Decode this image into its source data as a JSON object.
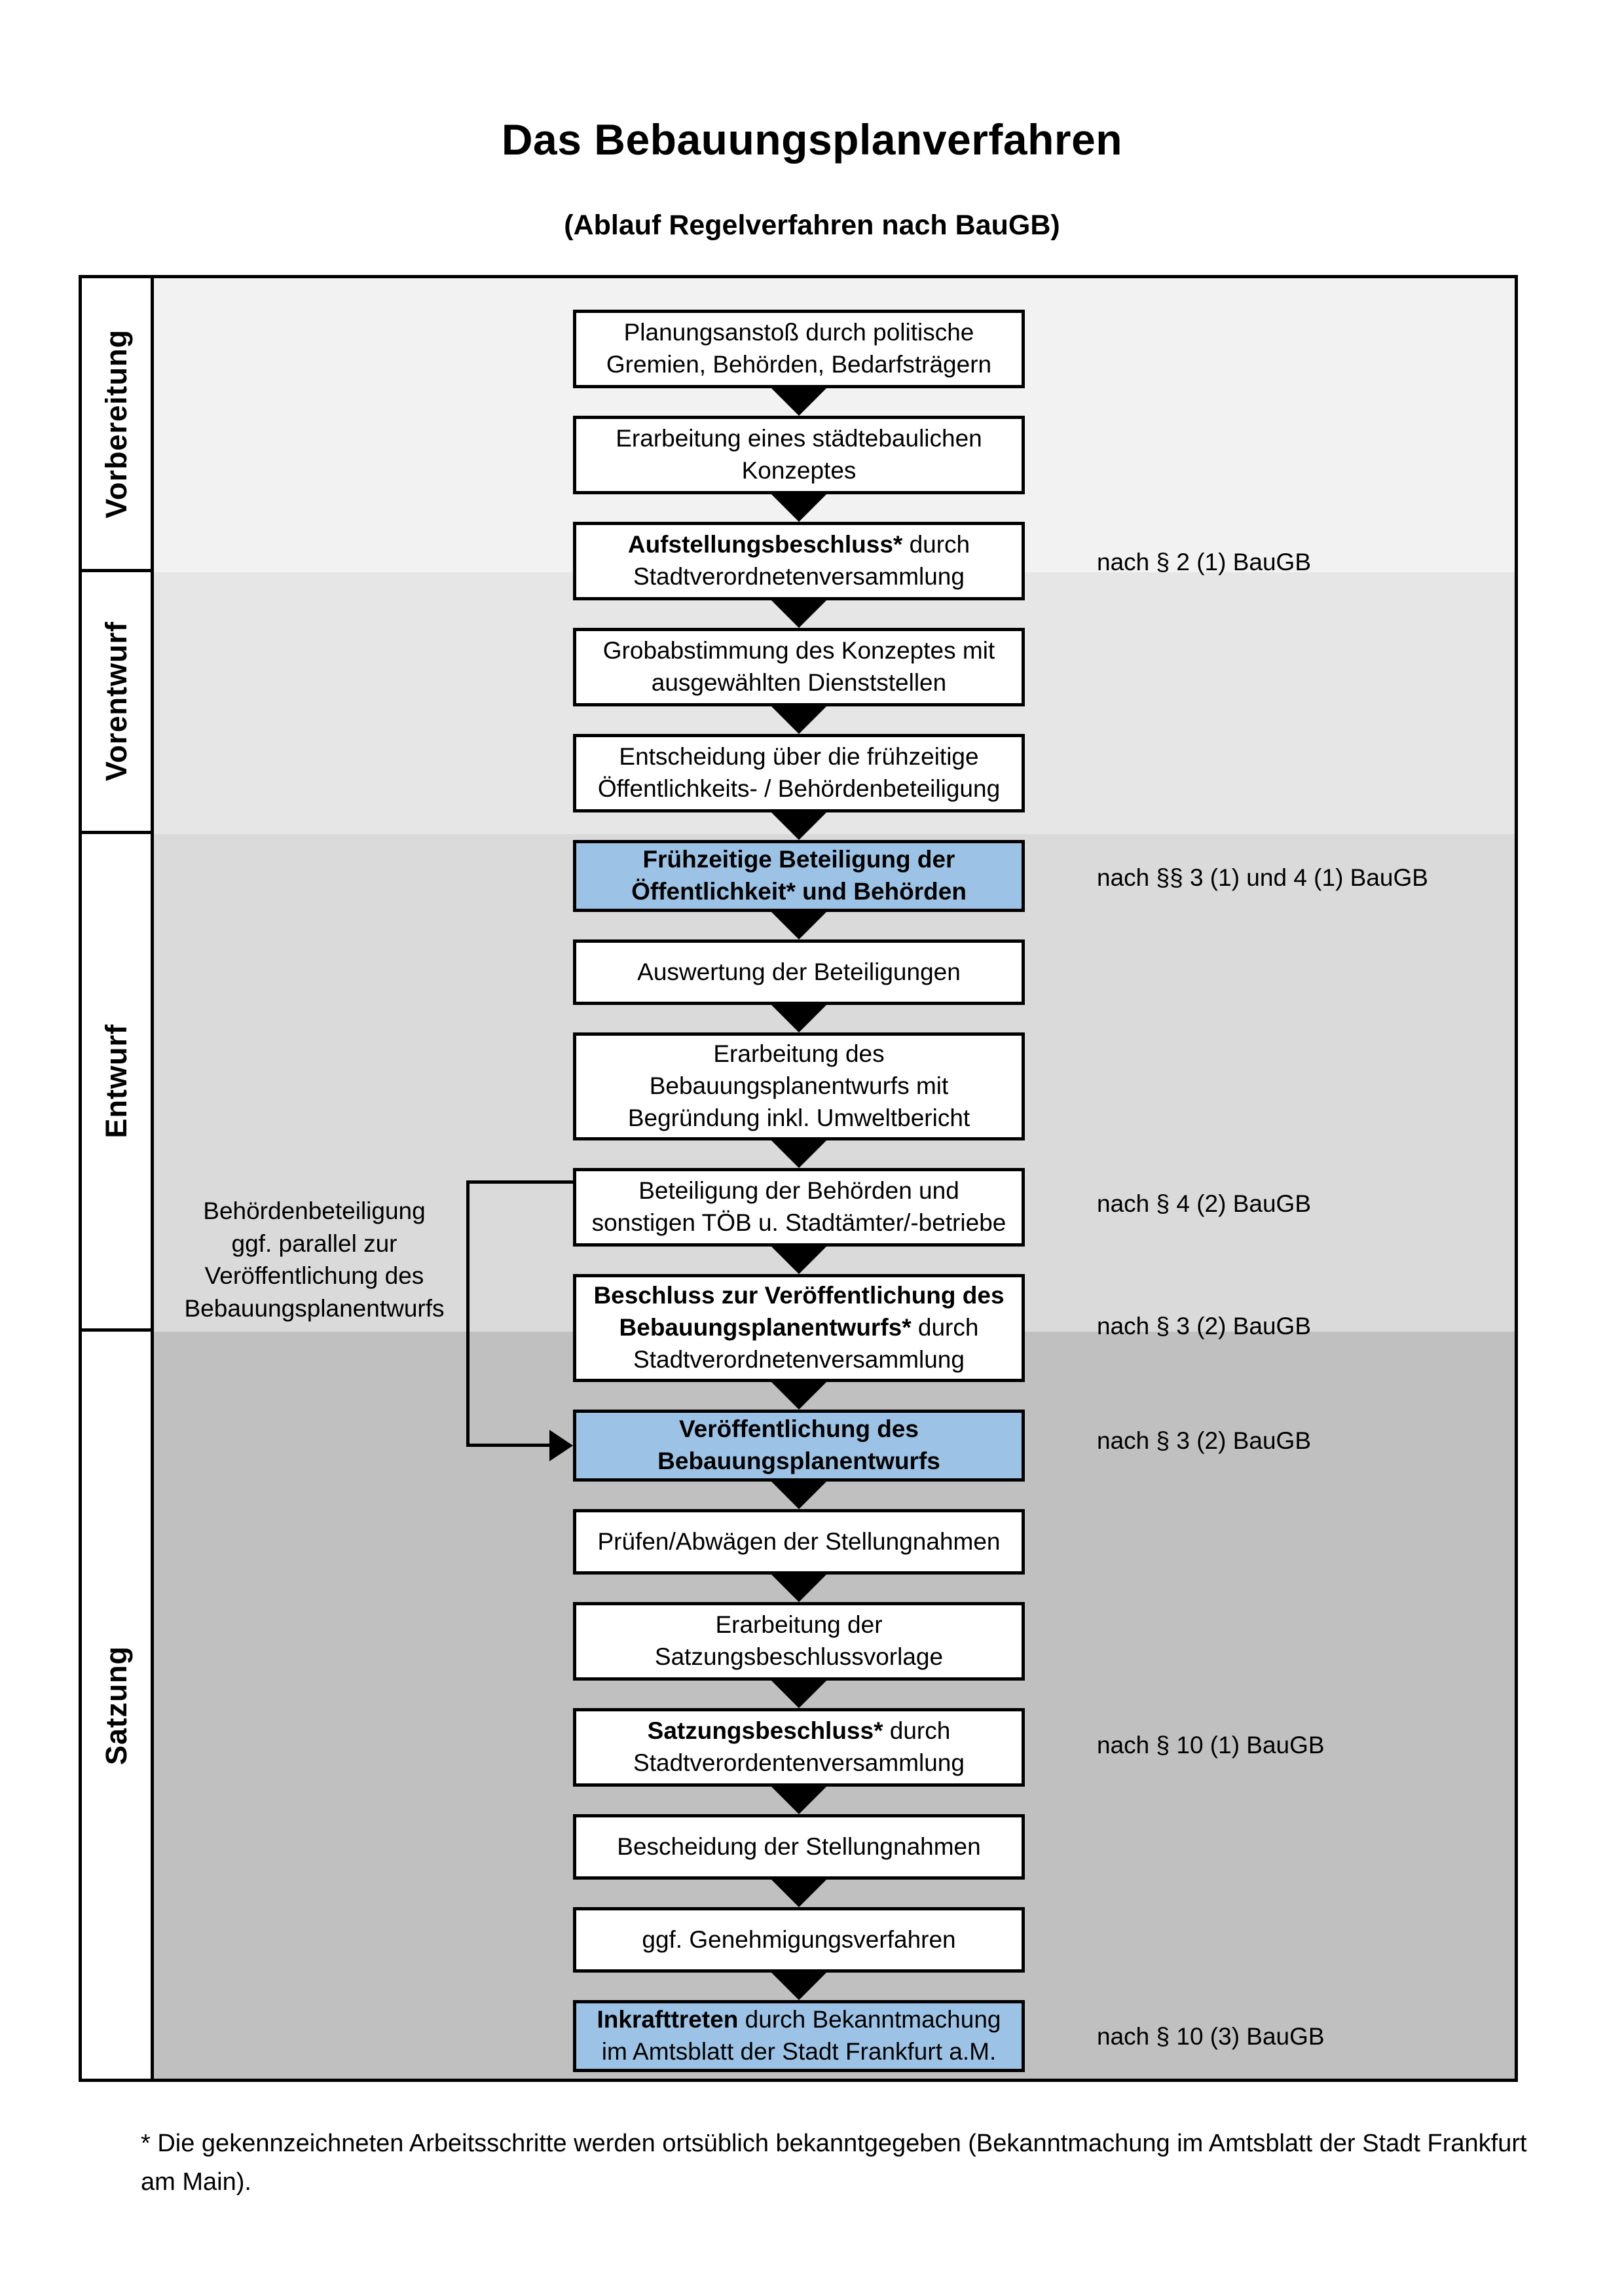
{
  "header": {
    "title": "Das Bebauungsplanverfahren",
    "subtitle": "(Ablauf Regelverfahren nach BauGB)"
  },
  "phases": [
    {
      "label": "Vorbereitung",
      "background": "#F2F2F2"
    },
    {
      "label": "Vorentwurf",
      "background": "#E6E6E6"
    },
    {
      "label": "Entwurf",
      "background": "#DADADA"
    },
    {
      "label": "Satzung",
      "background": "#C0C0C0"
    }
  ],
  "colors": {
    "highlight_blue": "#9CC3E5",
    "border": "#000000",
    "page": "#FFFFFF"
  },
  "flow": {
    "nodes": [
      {
        "id": "n1",
        "phase": "Vorbereitung",
        "highlight": false,
        "lines": [
          {
            "text": "Planungsanstoß durch politische",
            "bold": false
          },
          {
            "text": "Gremien, Behörden, Bedarfsträgern",
            "bold": false
          }
        ]
      },
      {
        "id": "n2",
        "phase": "Vorbereitung",
        "highlight": false,
        "lines": [
          {
            "text": "Erarbeitung eines städtebaulichen",
            "bold": false
          },
          {
            "text": "Konzeptes",
            "bold": false
          }
        ]
      },
      {
        "id": "n3",
        "phase": "Vorbereitung",
        "highlight": false,
        "lines": [
          {
            "text": "Aufstellungsbeschluss*",
            "bold": true
          },
          {
            "text": " durch",
            "bold": false
          },
          {
            "text": "Stadtverordnetenversammlung",
            "bold": false
          }
        ]
      },
      {
        "id": "n4",
        "phase": "Vorentwurf",
        "highlight": false,
        "lines": [
          {
            "text": "Grobabstimmung des Konzeptes mit",
            "bold": false
          },
          {
            "text": "ausgewählten Dienststellen",
            "bold": false
          }
        ]
      },
      {
        "id": "n5",
        "phase": "Vorentwurf",
        "highlight": false,
        "lines": [
          {
            "text": "Entscheidung über die frühzeitige",
            "bold": false
          },
          {
            "text": "Öffentlichkeits- / Behördenbeteiligung",
            "bold": false
          }
        ]
      },
      {
        "id": "n6",
        "phase": "Vorentwurf",
        "highlight": true,
        "lines": [
          {
            "text": "Frühzeitige Beteiligung der",
            "bold": true
          },
          {
            "text": "Öffentlichkeit* und Behörden",
            "bold": true
          }
        ]
      },
      {
        "id": "n7",
        "phase": "Entwurf",
        "highlight": false,
        "lines": [
          {
            "text": "Auswertung der Beteiligungen",
            "bold": false
          }
        ]
      },
      {
        "id": "n8",
        "phase": "Entwurf",
        "highlight": false,
        "lines": [
          {
            "text": "Erarbeitung des",
            "bold": false
          },
          {
            "text": "Bebauungsplanentwurfs mit",
            "bold": false
          },
          {
            "text": "Begründung inkl. Umweltbericht",
            "bold": false
          }
        ]
      },
      {
        "id": "n9",
        "phase": "Entwurf",
        "highlight": false,
        "lines": [
          {
            "text": "Beteiligung der Behörden und",
            "bold": false
          },
          {
            "text": "sonstigen TÖB u. Stadtämter/-betriebe",
            "bold": false
          }
        ]
      },
      {
        "id": "n10",
        "phase": "Entwurf",
        "highlight": false,
        "lines": [
          {
            "text": "Beschluss zur Veröffentlichung des",
            "bold": true
          },
          {
            "text": "Bebauungsplanentwurfs*",
            "bold": true
          },
          {
            "text": " durch",
            "bold": false
          },
          {
            "text": "Stadtverordnetenversammlung",
            "bold": false
          }
        ]
      },
      {
        "id": "n11",
        "phase": "Entwurf",
        "highlight": true,
        "lines": [
          {
            "text": "Veröffentlichung des",
            "bold": true
          },
          {
            "text": "Bebauungsplanentwurfs",
            "bold": true
          }
        ]
      },
      {
        "id": "n12",
        "phase": "Satzung",
        "highlight": false,
        "lines": [
          {
            "text": "Prüfen/Abwägen der Stellungnahmen",
            "bold": false
          }
        ]
      },
      {
        "id": "n13",
        "phase": "Satzung",
        "highlight": false,
        "lines": [
          {
            "text": "Erarbeitung der",
            "bold": false
          },
          {
            "text": "Satzungsbeschlussvorlage",
            "bold": false
          }
        ]
      },
      {
        "id": "n14",
        "phase": "Satzung",
        "highlight": false,
        "lines": [
          {
            "text": "Satzungsbeschluss*",
            "bold": true
          },
          {
            "text": " durch",
            "bold": false
          },
          {
            "text": "Stadtverordentenversammlung",
            "bold": false
          }
        ]
      },
      {
        "id": "n15",
        "phase": "Satzung",
        "highlight": false,
        "lines": [
          {
            "text": "Bescheidung der Stellungnahmen",
            "bold": false
          }
        ]
      },
      {
        "id": "n16",
        "phase": "Satzung",
        "highlight": false,
        "lines": [
          {
            "text": "ggf. Genehmigungsverfahren",
            "bold": false
          }
        ]
      },
      {
        "id": "n17",
        "phase": "Satzung",
        "highlight": true,
        "lines": [
          {
            "text": "Inkrafttreten",
            "bold": true
          },
          {
            "text": " durch Bekanntmachung",
            "bold": false
          },
          {
            "text": "im Amtsblatt der Stadt Frankfurt a.M.",
            "bold": false
          }
        ]
      }
    ],
    "node_text": {
      "n1_l1": "Planungsanstoß durch politische",
      "n1_l2": "Gremien, Behörden, Bedarfsträgern",
      "n2_l1": "Erarbeitung eines städtebaulichen",
      "n2_l2": "Konzeptes",
      "n3_l1b": "Aufstellungsbeschluss*",
      "n3_l1r": " durch",
      "n3_l2": "Stadtverordnetenversammlung",
      "n4_l1": "Grobabstimmung des Konzeptes mit",
      "n4_l2": "ausgewählten Dienststellen",
      "n5_l1": "Entscheidung über die frühzeitige",
      "n5_l2": "Öffentlichkeits- / Behördenbeteiligung",
      "n6_l1": "Frühzeitige Beteiligung der",
      "n6_l2": "Öffentlichkeit* und Behörden",
      "n7_l1": "Auswertung der Beteiligungen",
      "n8_l1": "Erarbeitung des",
      "n8_l2": "Bebauungsplanentwurfs mit",
      "n8_l3": "Begründung inkl. Umweltbericht",
      "n9_l1": "Beteiligung der Behörden und",
      "n9_l2": "sonstigen TÖB u. Stadtämter/-betriebe",
      "n10_l1b": "Beschluss zur Veröffentlichung des",
      "n10_l2b": "Bebauungsplanentwurfs*",
      "n10_l2r": " durch",
      "n10_l3": "Stadtverordnetenversammlung",
      "n11_l1": "Veröffentlichung des",
      "n11_l2": "Bebauungsplanentwurfs",
      "n12_l1": "Prüfen/Abwägen der Stellungnahmen",
      "n13_l1": "Erarbeitung der",
      "n13_l2": "Satzungsbeschlussvorlage",
      "n14_l1b": "Satzungsbeschluss*",
      "n14_l1r": " durch",
      "n14_l2": "Stadtverordentenversammlung",
      "n15_l1": "Bescheidung der Stellungnahmen",
      "n16_l1": "ggf. Genehmigungsverfahren",
      "n17_l1b": "Inkrafttreten",
      "n17_l1r": " durch Bekanntmachung",
      "n17_l2": "im Amtsblatt der Stadt Frankfurt a.M."
    }
  },
  "laws": {
    "law1": "nach § 2 (1) BauGB",
    "law2": "nach §§ 3 (1) und 4 (1) BauGB",
    "law3": "nach § 4 (2) BauGB",
    "law4": "nach § 3 (2) BauGB",
    "law5": "nach § 3 (2) BauGB",
    "law6": "nach § 10 (1) BauGB",
    "law7": "nach § 10 (3) BauGB"
  },
  "sidenote": {
    "line1": "Behördenbeteiligung",
    "line2": "ggf. parallel zur",
    "line3": "Veröffentlichung des",
    "line4": "Bebauungsplanentwurfs"
  },
  "footnote": {
    "line1": "* Die gekennzeichneten Arbeitsschritte werden ortsüblich bekanntgegeben (Bekanntmachung im Amtsblatt  der Stadt",
    "line2": "Frankfurt am Main)."
  }
}
